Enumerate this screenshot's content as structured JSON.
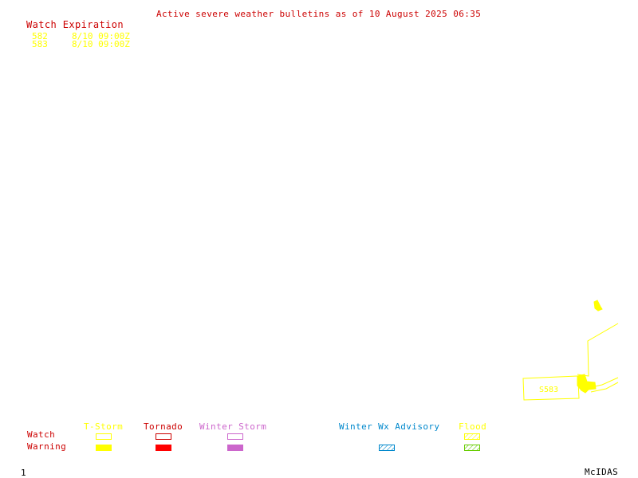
{
  "header": {
    "title": "Active severe weather bulletins as of 10 August 2025 06:35",
    "watch_expiration_label": "Watch Expiration"
  },
  "watches": [
    {
      "id": "582",
      "expires": "8/10 09:00Z"
    },
    {
      "id": "583",
      "expires": "8/10 09:00Z"
    }
  ],
  "map": {
    "watch_label": "S583"
  },
  "legend": {
    "row_watch": "Watch",
    "row_warning": "Warning",
    "categories": [
      {
        "label": "T-Storm",
        "color": "#ffff00",
        "watch": "outline",
        "warning": "filled"
      },
      {
        "label": "Tornado",
        "color": "#ff0000",
        "watch": "outline",
        "warning": "filled"
      },
      {
        "label": "Winter Storm",
        "color": "#cc66cc",
        "watch": "outline",
        "warning": "filled"
      },
      {
        "label": "Winter Wx Advisory",
        "color": "#0088cc",
        "watch": "none",
        "warning": "hatched"
      },
      {
        "label": "Flood",
        "color": "#ffff00",
        "warning_color": "#66cc00",
        "watch": "hatched",
        "warning": "hatched"
      }
    ]
  },
  "footer": {
    "frame_number": "1",
    "brand": "McIDAS"
  }
}
